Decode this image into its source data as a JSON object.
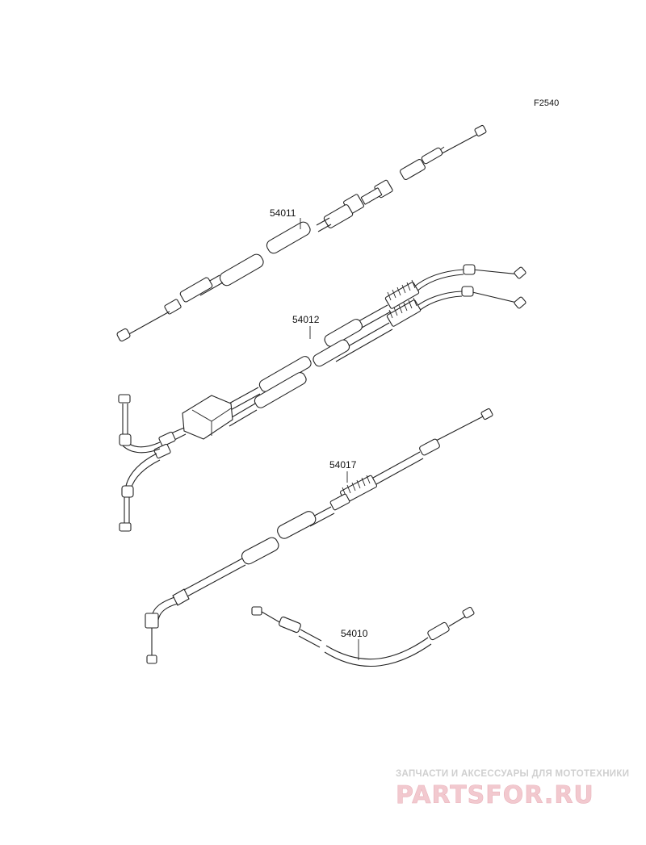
{
  "diagram": {
    "reference_code": "F2540",
    "parts": [
      {
        "number": "54011"
      },
      {
        "number": "54012"
      },
      {
        "number": "54017"
      },
      {
        "number": "54010"
      }
    ]
  },
  "watermark": {
    "tagline": "ЗАПЧАСТИ И АКСЕССУАРЫ ДЛЯ МОТОТЕХНИКИ",
    "logo": "PARTSFOR.RU"
  },
  "colors": {
    "line": "#222222",
    "background": "#ffffff",
    "watermark_gray": "#cfcfcf",
    "watermark_pink": "#f2c9cf"
  }
}
